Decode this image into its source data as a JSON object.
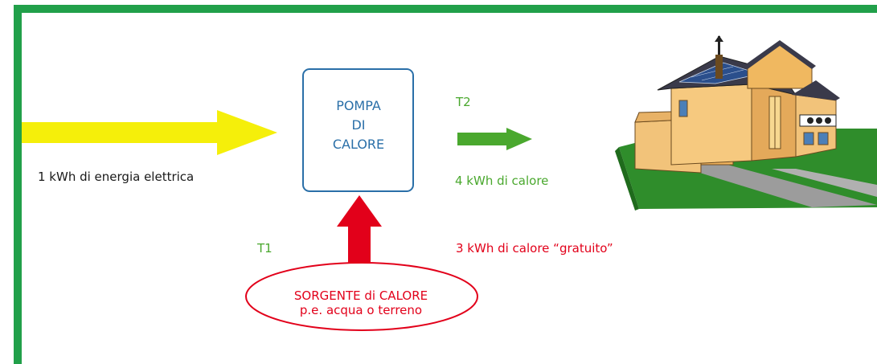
{
  "colors": {
    "border": "#21a04a",
    "yellow": "#f5ef0a",
    "green": "#4aa82e",
    "red": "#e2001a",
    "pump_box": "#2a6fa8",
    "text": "#1a1a1a"
  },
  "input": {
    "label": "1 kWh di energia elettrica"
  },
  "pump": {
    "lines": [
      "POMPA",
      "DI",
      "CALORE"
    ]
  },
  "output": {
    "temp_label": "T2",
    "label": "4 kWh di calore"
  },
  "source": {
    "temp_label": "T1",
    "free_heat_label": "3 kWh di calore “gratuito”",
    "lines": [
      "SORGENTE di CALORE",
      "p.e. acqua o terreno"
    ]
  },
  "house": {
    "icon": "house-illustration"
  }
}
